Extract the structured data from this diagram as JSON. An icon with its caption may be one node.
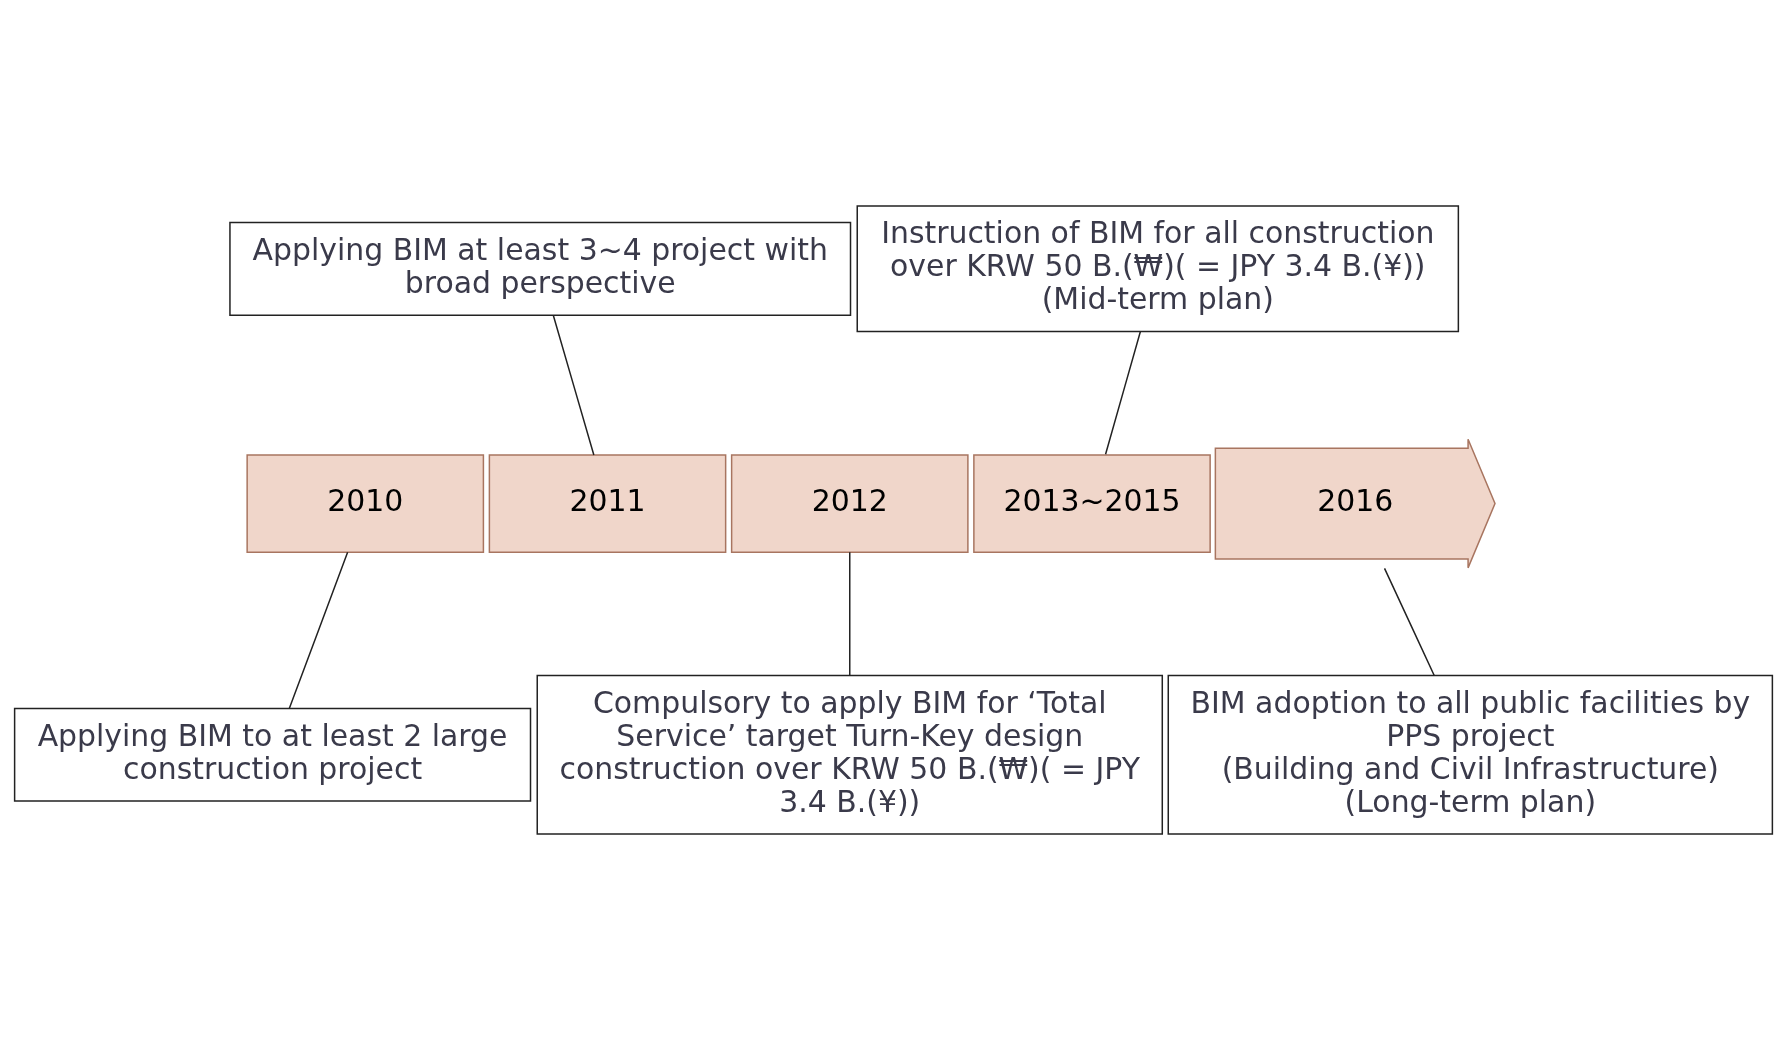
{
  "diagram": {
    "nodes": [
      {
        "text": [
          "Instruction of BIM for all construction over KRW 50 B.(₩)( = JPY 3.4 B.(¥))",
          "(Mid-term plan)"
        ]
      },
      {
        "text": [
          "Applying BIM at least 3~4 project with broad perspective"
        ]
      },
      {
        "text": [
          "2010"
        ]
      },
      {
        "text": [
          "2011"
        ]
      },
      {
        "text": [
          "2012"
        ]
      },
      {
        "text": [
          "2013~2015"
        ]
      },
      {
        "text": [
          "2016"
        ]
      },
      {
        "text": [
          "Applying BIM to at least 2 large construction project"
        ]
      },
      {
        "text": [
          "BIM adoption to all public facilities by PPS project",
          "(Building and Civil Infrastructure)",
          "(Long-term plan)"
        ]
      },
      {
        "text": [
          "Compulsory to apply BIM for ‘Total Service’ target Turn-Key design construction over KRW 50 B.(₩)( = JPY 3.4 B.(¥))"
        ]
      }
    ],
    "edges": [
      {
        "from": 0,
        "to": 5,
        "arrow": "none"
      },
      {
        "from": 1,
        "to": 3,
        "arrow": "none"
      },
      {
        "from": 2,
        "to": 7,
        "arrow": "none"
      },
      {
        "from": 4,
        "to": 9,
        "arrow": "none"
      },
      {
        "from": 6,
        "to": 8,
        "arrow": "none"
      }
    ]
  }
}
